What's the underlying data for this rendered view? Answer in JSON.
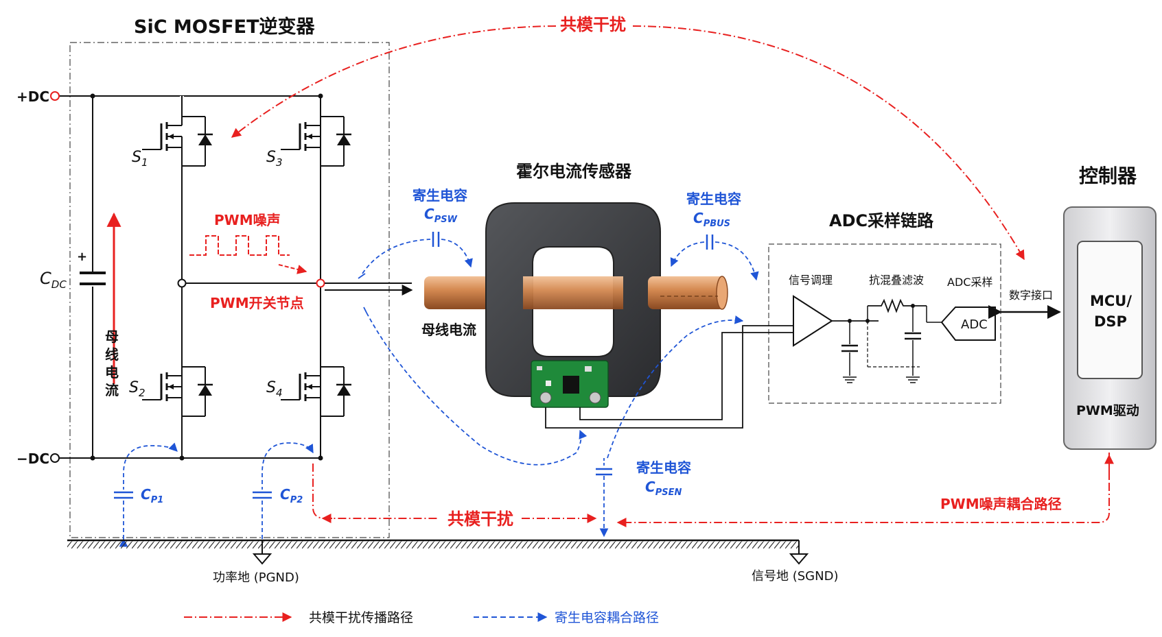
{
  "titles": {
    "inverter": "SiC MOSFET逆变器",
    "sensor": "霍尔电流传感器",
    "adc_chain": "ADC采样链路",
    "controller": "控制器"
  },
  "terminals": {
    "pos": "+DC",
    "neg": "−DC"
  },
  "capacitor": {
    "name": "C",
    "sub": "DC",
    "plus": "+"
  },
  "bus_current_vertical": [
    "母",
    "线",
    "电",
    "流"
  ],
  "switches": [
    {
      "name": "S",
      "sub": "1"
    },
    {
      "name": "S",
      "sub": "3"
    },
    {
      "name": "S",
      "sub": "2"
    },
    {
      "name": "S",
      "sub": "4"
    }
  ],
  "pwm_noise": "PWM噪声",
  "pwm_node": "PWM开关节点",
  "bus_current": "母线电流",
  "parasitics": {
    "label": "寄生电容",
    "psw": {
      "name": "C",
      "sub": "PSW"
    },
    "pbus": {
      "name": "C",
      "sub": "PBUS"
    },
    "psen": {
      "name": "C",
      "sub": "PSEN"
    },
    "p1": {
      "name": "C",
      "sub": "P1"
    },
    "p2": {
      "name": "C",
      "sub": "P2"
    }
  },
  "adc_blocks": {
    "signal_cond": "信号调理",
    "anti_alias": "抗混叠滤波",
    "adc_sample": "ADC采样",
    "adc": "ADC"
  },
  "digital_interface": "数字接口",
  "mcu": [
    "MCU/",
    "DSP"
  ],
  "pwm_drive": "PWM驱动",
  "common_mode": "共模干扰",
  "pwm_coupling": "PWM噪声耦合路径",
  "grounds": {
    "pgnd": "功率地 (PGND)",
    "sgnd": "信号地 (SGND)"
  },
  "legend": {
    "red": "共模干扰传播路径",
    "blue": "寄生电容耦合路径"
  },
  "colors": {
    "red": "#e8201f",
    "blue": "#1f55d6",
    "copper": "#c87a42",
    "core": "#3a3b3e",
    "pcb": "#1f8a3a"
  }
}
